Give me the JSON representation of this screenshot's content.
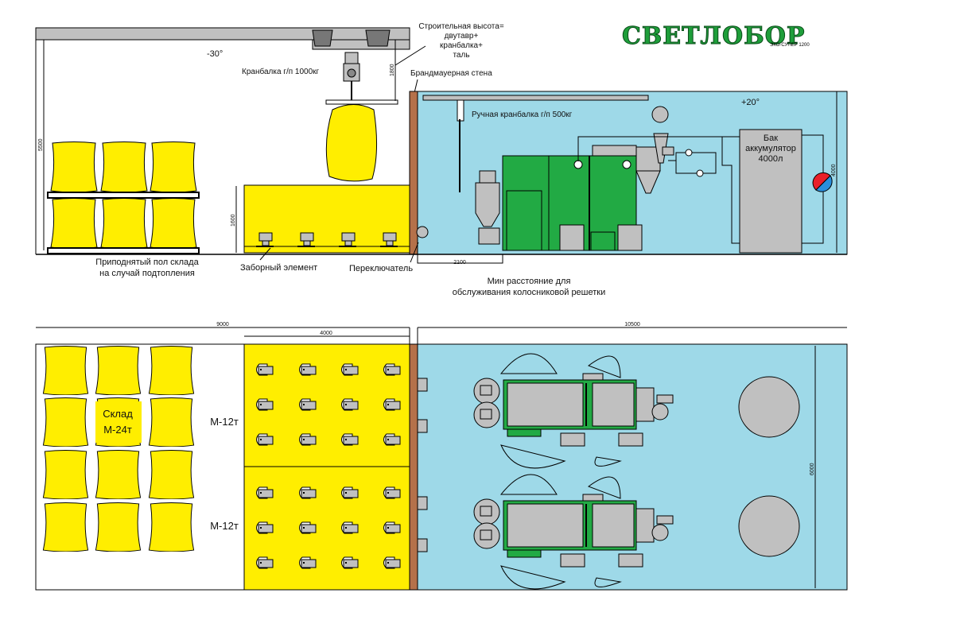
{
  "logo": {
    "brand": "СВЕТЛОБОР",
    "model": "ЭКО-СУПЕР 1200"
  },
  "side_view": {
    "temp_storage": "-30°",
    "temp_boiler_room": "+20°",
    "crane_storage": "Кранбалка г/п  1000кг",
    "build_height": [
      "Строительная высота=",
      "двутавр+",
      "кранбалка+",
      "таль"
    ],
    "firewall": "Брандмауерная стена",
    "crane_manual": "Ручная кранбалка г/п  500кг",
    "tank": [
      "Бак",
      "аккумулятор",
      "4000л"
    ],
    "raised_floor": [
      "Приподнятый пол склада",
      "на случай подтопления"
    ],
    "intake_element": "Заборный элемент",
    "switch": "Переключатель",
    "min_distance": [
      "Мин расстояние для",
      "обслуживания колосниковой решетки"
    ],
    "dims": {
      "h_storage": "5500",
      "h_crane": "1800",
      "h_hopper": "1600",
      "h_room": "4000",
      "grate_service": "2100"
    }
  },
  "plan_view": {
    "storage": [
      "Склад",
      "М-24т"
    ],
    "bunker_top": "М-12т",
    "bunker_bottom": "М-12т",
    "dims": {
      "storage_len": "9000",
      "bunker_len": "4000",
      "room_len": "10500",
      "room_width": "6000"
    }
  },
  "colors": {
    "fuel": "#ffee00",
    "room": "#9ed9e8",
    "boiler": "#22aa44",
    "wall": "#b5714a",
    "equipment": "#c0c0c0"
  }
}
